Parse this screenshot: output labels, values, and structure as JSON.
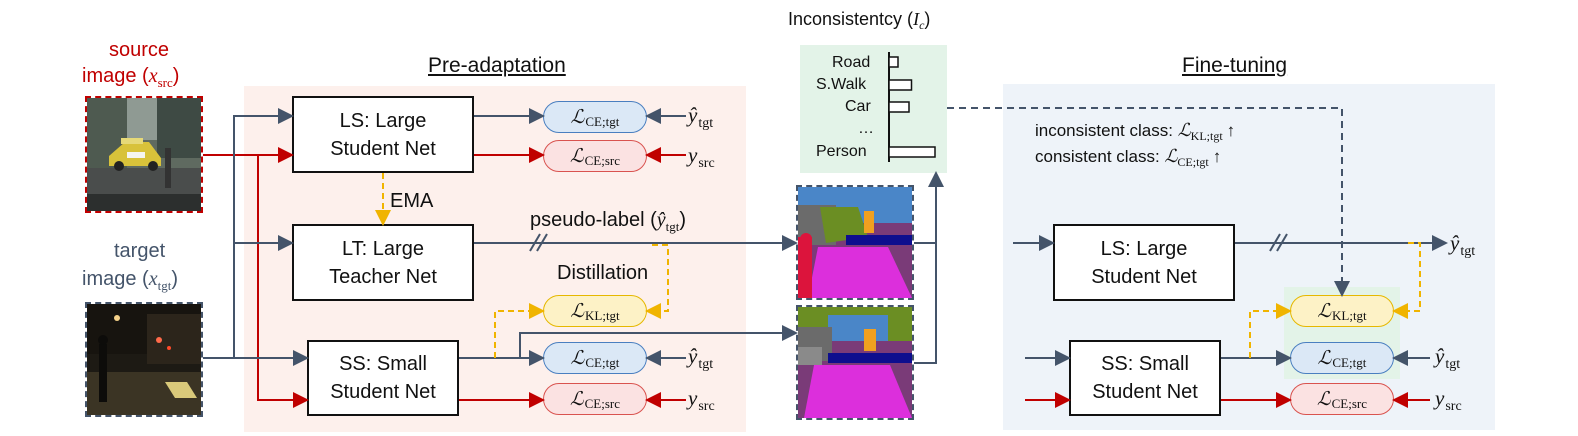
{
  "source": {
    "line1": "source",
    "line2": "image (",
    "var": "x",
    "sub": "src",
    "close": ")"
  },
  "target": {
    "line1": "target",
    "line2": "image (",
    "var": "x",
    "sub": "tgt",
    "close": ")"
  },
  "pre_title": "Pre-adaptation",
  "fine_title": "Fine-tuning",
  "boxes": {
    "ls": "LS: Large\nStudent Net",
    "lt": "LT: Large\nTeacher Net",
    "ss": "SS: Small\nStudent Net",
    "ft_ls": "LS: Large\nStudent Net",
    "ft_ss": "SS: Small\nStudent Net"
  },
  "loss": {
    "L": "ℒ",
    "ce_tgt": "CE;tgt",
    "ce_src": "CE;src",
    "kl_tgt": "KL;tgt"
  },
  "targets": {
    "yhat": "ŷ",
    "y": "y",
    "tgt": "tgt",
    "src": "src"
  },
  "ema": "EMA",
  "distillation": "Distillation",
  "pseudo": {
    "text": "pseudo-label (",
    "var": "ŷ",
    "sub": "tgt",
    "close": ")"
  },
  "inconsistency": {
    "text": "Inconsistentcy (",
    "var": "I",
    "sub": "c",
    "close": ")"
  },
  "bar_chart": {
    "labels": [
      "Road",
      "S.Walk",
      "Car",
      "…",
      "Person"
    ],
    "values": [
      0.18,
      0.45,
      0.4,
      0,
      0.92
    ]
  },
  "ft_notes": {
    "line1": "inconsistent class: ",
    "line1_loss": "KL;tgt",
    "line2": "consistent class: ",
    "line2_loss": "CE;tgt",
    "arrow": "↑"
  },
  "colors": {
    "red": "#c00000",
    "gray": "#44546a",
    "yellow": "#f0b400",
    "dash": "#44546a",
    "pink_panel": "#fdf0ec",
    "blue_panel": "#eef3f9",
    "green_panel": "#e3f3e8"
  }
}
